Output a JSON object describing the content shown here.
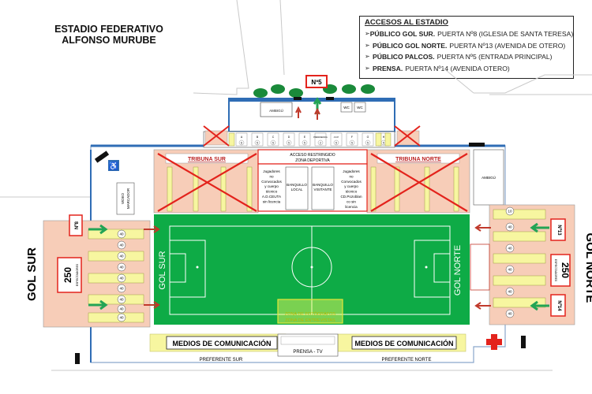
{
  "title": {
    "line1": "ESTADIO FEDERATIVO",
    "line2": "ALFONSO MURUBE"
  },
  "legend": {
    "heading": "ACCESOS AL ESTADIO",
    "items": [
      {
        "bold": "PÚBLICO GOL SUR.",
        "text": "PUERTA Nº8 (IGLESIA DE SANTA TERESA)"
      },
      {
        "bold": "PÚBLICO GOL NORTE.",
        "text": "PUERTA Nº13 (AVENIDA DE OTERO)"
      },
      {
        "bold": "PÚBLICO PALCOS.",
        "text": "PUERTA Nº5 (ENTRADA PRINCIPAL)"
      },
      {
        "bold": "PRENSA.",
        "text": "PUERTA Nº14 (AVENIDA OTERO)"
      }
    ]
  },
  "labels": {
    "gate5": "Nº5",
    "ambigu_top": "AMBIGÚ",
    "wc": "WC",
    "ambigu_right": "AMBIGÚ",
    "tribuna_sur": "TRIBUNA SUR",
    "tribuna_norte": "TRIBUNA NORTE",
    "acceso_line1": "ACCESO RESTRINGIDO",
    "acceso_line2": "ZONA DEPORTIVA",
    "jugadores_left": [
      "Jugadores",
      "no",
      "Convocados",
      "y cuerpo",
      "técnico",
      "A.D.CEUTA",
      "sin licencia"
    ],
    "banquillo_local": [
      "BANQUILLO",
      "LOCAL"
    ],
    "banquillo_visitante": [
      "BANQUILLO",
      "VISITANTE"
    ],
    "jugadores_right": [
      "Jugadores",
      "no",
      "Convocados",
      "y cuerpo",
      "técnico",
      "CD.Pozoblan",
      "co sin",
      "licencia"
    ],
    "local": "LOCAL",
    "visitante": "VISITANTE",
    "video_marcador": [
      "VIDEO",
      "MARCADOR"
    ],
    "gol_sur_field": "GOL SUR",
    "gol_norte_field": "GOL NORTE",
    "gol_sur": "GOL SUR",
    "gol_norte": "GOL NORTE",
    "gate8": "Nº8",
    "gate13": "Nº13",
    "gate14": "Nº14",
    "cap_sur": "250",
    "cap_norte": "250",
    "espectadores": "ESPECTADORES",
    "zona_foto": "ZONA DE FOTÓGRAFOS",
    "zona_entrev": "ZONA DE ENTREVISTAS",
    "medios_left": "MEDIOS DE COMUNICACIÓN",
    "medios_right": "MEDIOS DE COMUNICACIÓN",
    "prensa_tv": "PRENSA - TV",
    "preferente_sur": "PREFERENTE SUR",
    "preferente_norte": "PREFERENTE NORTE",
    "seat_40": "40",
    "seat_10": "10",
    "palcos": [
      "A",
      "B",
      "C",
      "D",
      "E",
      "PRESIDENCIA",
      "J.D.P.",
      "F",
      "G",
      "H"
    ],
    "palco_num": [
      "6",
      "5",
      "5",
      "5",
      "5",
      "2",
      "5",
      "5",
      "5",
      "5"
    ]
  },
  "colors": {
    "field": "#0eab46",
    "stands": "#f7cdb8",
    "yellow": "#f7f6a0",
    "red": "#e3231c",
    "green_arrow": "#23a455",
    "blue_wall": "#2f6db5"
  }
}
